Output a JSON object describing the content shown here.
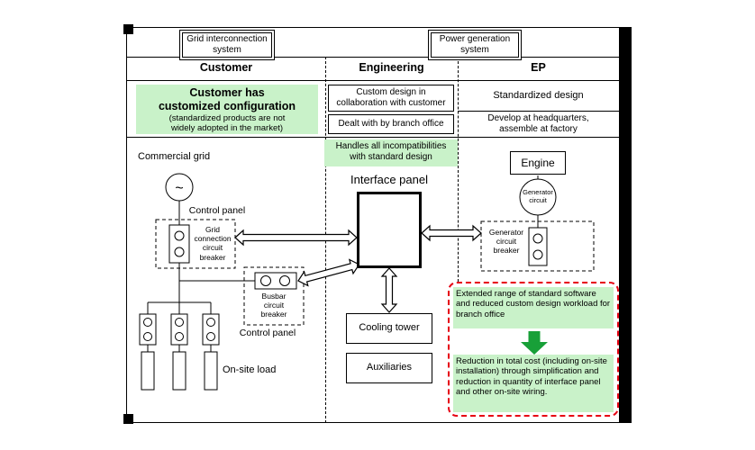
{
  "header": {
    "grid_system_label": "Grid interconnection\nsystem",
    "power_system_label": "Power generation\nsystem",
    "columns": [
      {
        "label": "Customer"
      },
      {
        "label": "Engineering"
      },
      {
        "label": "EP"
      }
    ]
  },
  "comparison": {
    "customer": {
      "title": "Customer has\ncustomized configuration",
      "note": "(standardized products are not\nwidely adopted in the market)"
    },
    "engineering": {
      "design": "Custom design in\ncollaboration with customer",
      "handled_by": "Dealt with by branch office",
      "highlight": "Handles all incompatibilities\nwith standard design"
    },
    "ep": {
      "design": "Standardized design",
      "production": "Develop at headquarters,\nassemble at factory"
    }
  },
  "diagram": {
    "commercial_grid": "Commercial grid",
    "control_panel_top": "Control panel",
    "grid_connection_breaker": "Grid\nconnection\ncircuit\nbreaker",
    "busbar_breaker": "Busbar\ncircuit\nbreaker",
    "control_panel_bottom": "Control panel",
    "onsite_load": "On-site load",
    "interface_panel": "Interface panel",
    "cooling_tower": "Cooling tower",
    "auxiliaries": "Auxiliaries",
    "engine": "Engine",
    "generator_circuit": "Generator\ncircuit",
    "generator_breaker": "Generator\ncircuit\nbreaker"
  },
  "callout": {
    "benefit_top": "Extended range of standard software and reduced custom design workload for branch office",
    "benefit_bottom": "Reduction in total cost (including on-site installation) through simplification and reduction in quantity of interface panel and other on-site wiring."
  },
  "icons": {
    "ac_source": "~"
  },
  "colors": {
    "highlight_green": "#c9f2c9",
    "arrow_green": "#18a038",
    "callout_red": "#e60012"
  }
}
